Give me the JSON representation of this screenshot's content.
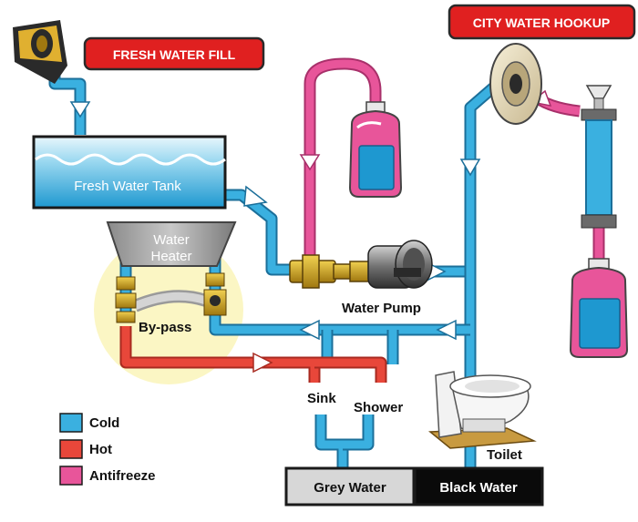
{
  "banners": {
    "fresh_water_fill": "FRESH WATER FILL",
    "city_water_hookup": "CITY WATER HOOKUP"
  },
  "tank": {
    "label": "Fresh Water Tank"
  },
  "heater": {
    "line1": "Water",
    "line2": "Heater"
  },
  "labels": {
    "bypass": "By-pass",
    "water_pump": "Water Pump",
    "sink": "Sink",
    "shower": "Shower",
    "toilet": "Toilet"
  },
  "boxes": {
    "grey_water": "Grey Water",
    "black_water": "Black Water"
  },
  "legend": [
    {
      "label": "Cold",
      "color": "#3ab0e0"
    },
    {
      "label": "Hot",
      "color": "#e8473a"
    },
    {
      "label": "Antifreeze",
      "color": "#e8559a"
    }
  ],
  "colors": {
    "cold": "#3ab0e0",
    "hot": "#e8473a",
    "antifreeze": "#e8559a",
    "banner": "#e02020"
  }
}
